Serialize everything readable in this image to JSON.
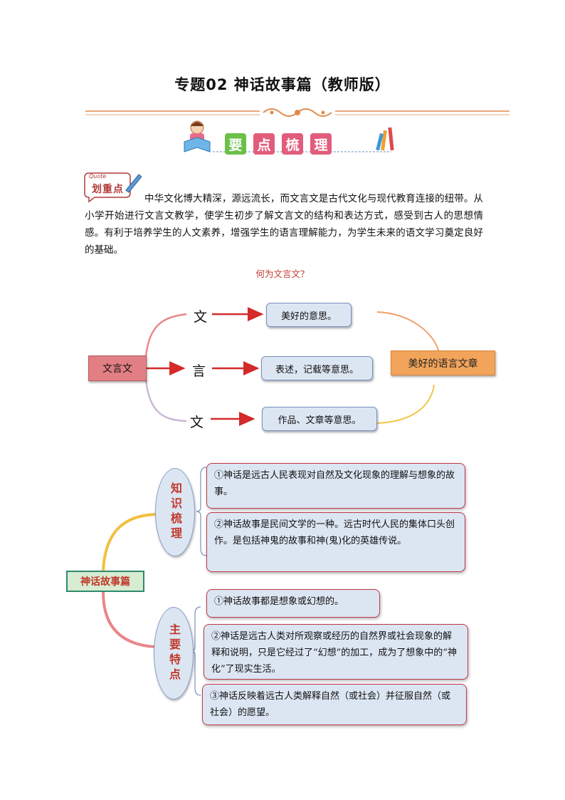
{
  "title": "专题02 神话故事篇（教师版）",
  "banner": {
    "chars": [
      "要",
      "点",
      "梳",
      "理"
    ]
  },
  "key_tag": {
    "quote": "Quote",
    "label": "划重点"
  },
  "intro": "中华文化博大精深，源远流长，而文言文是古代文化与现代教育连接的纽带。从小学开始进行文言文教学，使学生初步了解文言文的结构和表达方式，感受到古人的思想情感。有利于培养学生的人文素养，增强学生的语言理解能力，为学生未来的语文学习奠定良好的基础。",
  "question": "何为文言文？",
  "diagram1": {
    "root": "文言文",
    "branches": [
      {
        "char": "文",
        "meaning": "美好的意思。"
      },
      {
        "char": "言",
        "meaning": "表述，记载等意思。"
      },
      {
        "char": "文",
        "meaning": "作品、文章等意思。"
      }
    ],
    "result": "美好的语言文章"
  },
  "diagram2": {
    "root": "神话故事篇",
    "groups": [
      {
        "label": "知识梳理",
        "items": [
          "①神话是远古人民表现对自然及文化现象的理解与想象的故事。",
          "②神话故事是民间文学的一种。远古时代人民的集体口头创作。是包括神鬼的故事和神(鬼)化的英雄传说。"
        ]
      },
      {
        "label": "主要特点",
        "items": [
          "①神话故事都是想象或幻想的。",
          "②神话是远古人类对所观察或经历的自然界或社会现象的解释和说明，只是它经过了“幻想”的加工，成为了想象中的“神化”了现实生活。",
          "③神话反映着远古人类解释自然（或社会）并征服自然（或社会）的愿望。"
        ]
      }
    ]
  },
  "colors": {
    "accent_red": "#c0392b",
    "box_blue": "#dce6f3",
    "root_red": "#e27f84",
    "result_orange": "#f2a45a",
    "banner_green": "#6cc04a",
    "banner_pink": "#e25c7c"
  }
}
